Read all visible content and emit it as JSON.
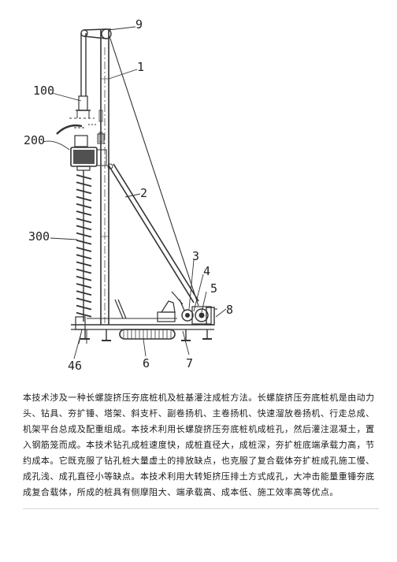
{
  "figure": {
    "callouts": {
      "c9": "9",
      "c1": "1",
      "c100": "100",
      "c200": "200",
      "c2": "2",
      "c300": "300",
      "c3": "3",
      "c4": "4",
      "c5": "5",
      "c8": "8",
      "c46": "46",
      "c6": "6",
      "c7": "7"
    }
  },
  "description": "本技术涉及一种长螺旋挤压夯底桩机及桩基灌注成桩方法。长螺旋挤压夯底桩机是由动力头、钻具、夯扩锤、塔架、斜支杆、副卷扬机、主卷扬机、快速溜放卷扬机、行走总成、机架平台总成及配重组成。本技术利用长螺旋挤压夯底桩机成桩孔，然后灌注混凝土，置入钢筋笼而成。本技术钻孔成桩速度快，成桩直径大，成桩深，夯扩桩底端承载力高，节约成本。它既克服了钻孔桩大量虚土的排放缺点，也克服了复合载体夯扩桩成孔施工慢、成孔浅、成孔直径小等缺点。本技术利用大转矩挤压排土方式成孔，大冲击能量重锤夯底成复合载体，所成的桩具有侧摩阻大、端承载高、成本低、施工效率高等优点。"
}
